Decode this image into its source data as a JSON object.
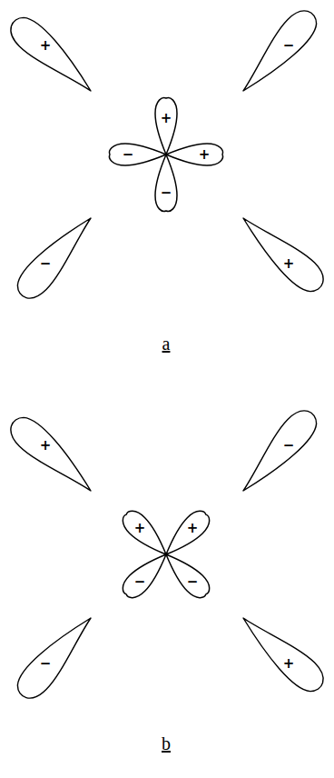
{
  "diagram": {
    "labels": [
      "+",
      "−",
      "+",
      "−",
      "+",
      "−",
      "−",
      "+",
      "a",
      "+",
      "−",
      "+",
      "+",
      "−",
      "−",
      "−",
      "+",
      "b"
    ]
  }
}
